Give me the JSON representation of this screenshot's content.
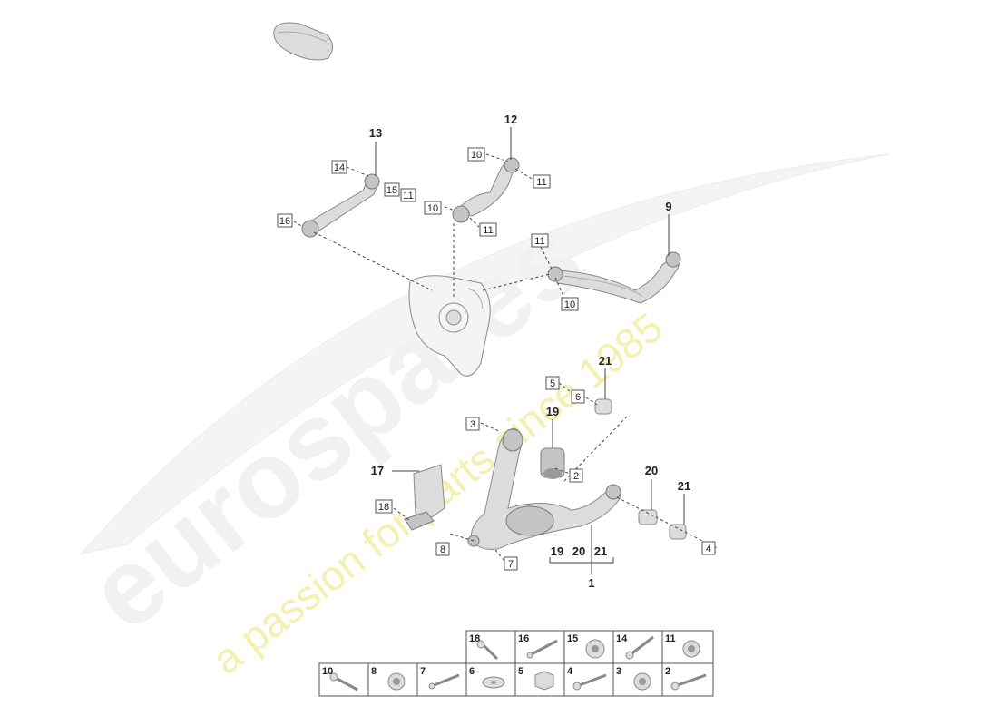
{
  "watermark": {
    "brand": "eurospares",
    "tagline": "a passion for parts since 1985"
  },
  "callouts": {
    "n1": "1",
    "n9": "9",
    "n12": "12",
    "n13": "13",
    "n17": "17",
    "n19": "19",
    "n20": "20",
    "n21a": "21",
    "n21b": "21",
    "g19": "19",
    "g20": "20",
    "g21": "21"
  },
  "boxes": {
    "b14": "14",
    "b15": "15",
    "b11a": "11",
    "b16": "16",
    "b10a": "10",
    "b11b": "11",
    "b10b": "10",
    "b11c": "11",
    "b11d": "11",
    "b10c": "10",
    "b5": "5",
    "b6": "6",
    "b3": "3",
    "b2": "2",
    "b18": "18",
    "b8": "8",
    "b7": "7",
    "b4": "4"
  },
  "fastener_grid": {
    "top_row": [
      "18",
      "16",
      "15",
      "14",
      "11"
    ],
    "bottom_row": [
      "10",
      "8",
      "7",
      "6",
      "5",
      "4",
      "3",
      "2"
    ]
  }
}
